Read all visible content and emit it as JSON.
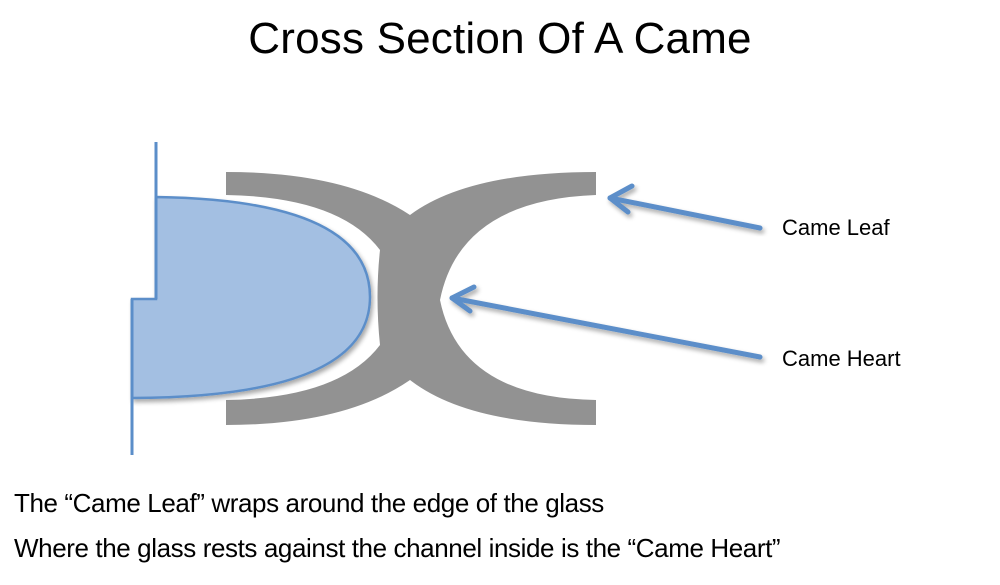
{
  "title": "Cross Section Of A Came",
  "labels": {
    "came_leaf": "Came Leaf",
    "came_heart": "Came Heart"
  },
  "captions": [
    "The “Came Leaf” wraps around the edge of the glass",
    "Where the glass rests against the channel inside is the “Came Heart”"
  ],
  "colors": {
    "came": "#929292",
    "glass_fill": "#a3bfe2",
    "glass_stroke": "#5b8ec9",
    "arrow": "#5b8ec9",
    "text": "#000000"
  }
}
